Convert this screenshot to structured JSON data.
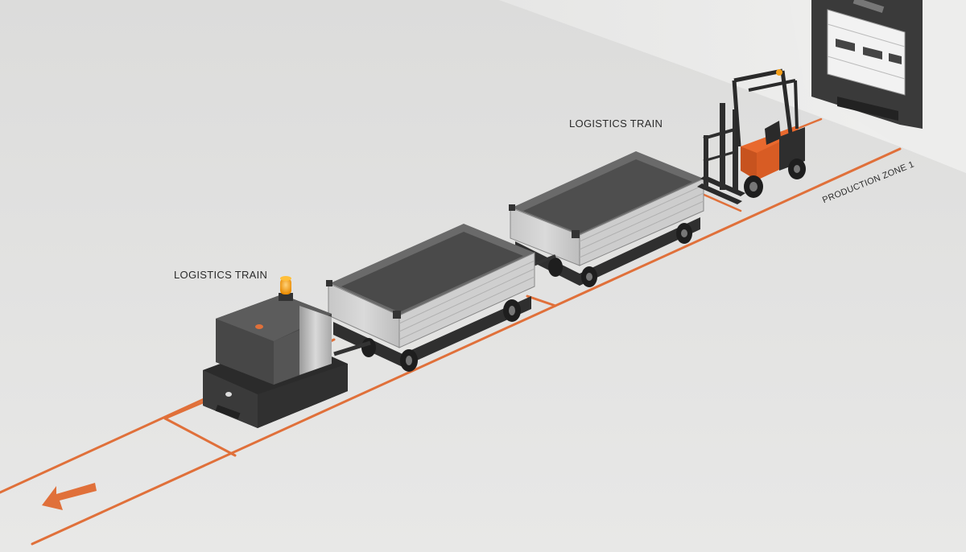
{
  "labels": {
    "train_left": "LOGISTICS TRAIN",
    "train_top": "LOGISTICS TRAIN",
    "zone": "PRODUCTION ZONE 1"
  },
  "colors": {
    "floor": "#e4e4e3",
    "wall": "#ececeb",
    "floor_marking": "#e0703a",
    "beacon": "#f5a01a",
    "forklift_body": "#e8692e",
    "tugger_body": "#4a4a4a",
    "cart_panel": "#cfcfcf"
  },
  "icons": {
    "direction": "arrow-left-icon",
    "beacon": "warning-beacon-icon"
  }
}
